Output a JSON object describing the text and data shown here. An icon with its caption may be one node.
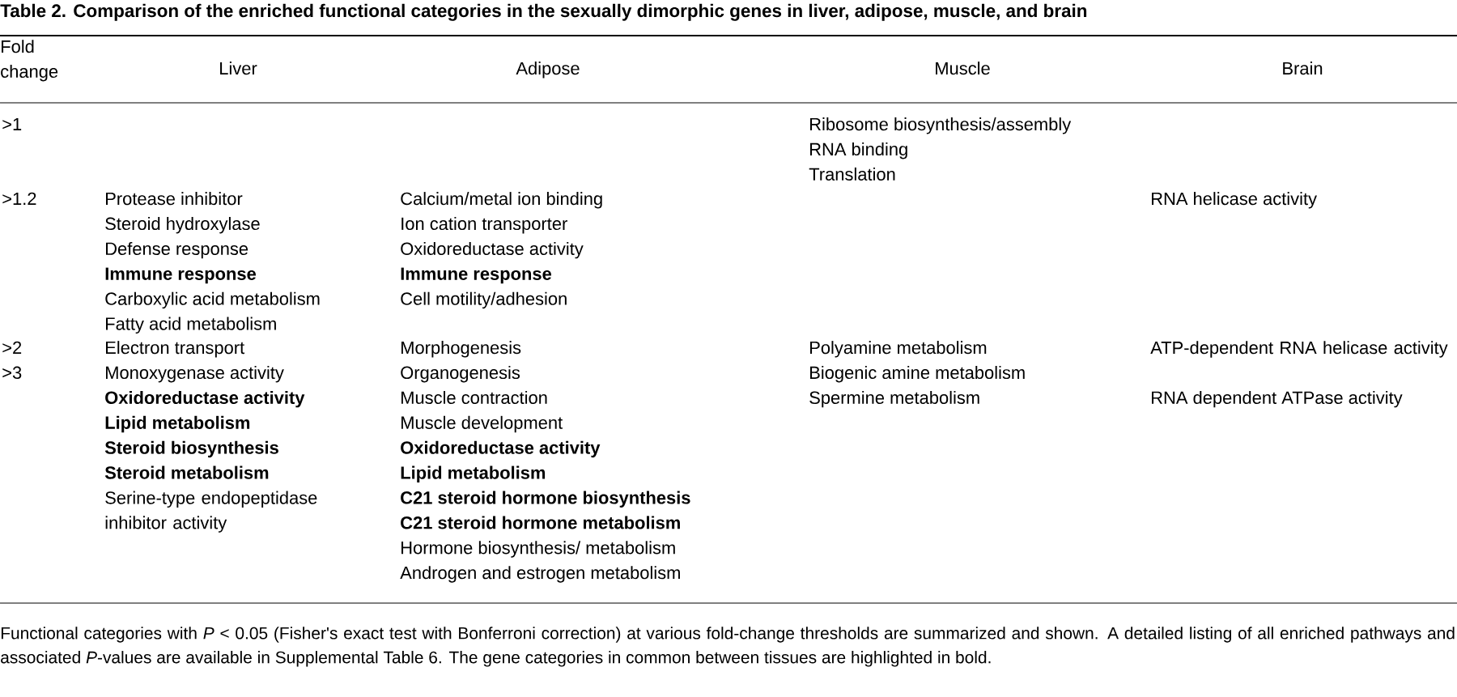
{
  "diagram": {
    "title": "Table 2.  Comparison of the enriched functional categories in the sexually dimorphic genes in liver, adipose, muscle, and brain",
    "caption": "Functional categories with *P* < 0.05 (Fisher's exact test with Bonferroni correction) at various fold-change thresholds are summarized and shown. A detailed listing of all enriched pathways and associated *P*-values are available in Supplemental Table 6. The gene categories in common between tissues are highlighted in bold.",
    "labels": [
      "Fold change",
      "Liver",
      "Adipose",
      "Muscle",
      "Brain",
      ">1",
      "Ribosome biosynthesis/assembly",
      "RNA binding",
      "Translation",
      ">1.2",
      "Protease inhibitor",
      "Steroid hydroxylase",
      "Defense response",
      "**Immune response**",
      "Carboxylic acid metabolism",
      "Fatty acid metabolism",
      "Calcium/metal ion binding",
      "Ion cation transporter",
      "Oxidoreductase activity",
      "**Immune response**",
      "Cell motility/adhesion",
      "RNA helicase activity",
      ">2",
      ">3",
      "Electron transport",
      "Monoxygenase activity",
      "**Oxidoreductase activity**",
      "**Lipid metabolism**",
      "**Steroid biosynthesis**",
      "**Steroid metabolism**",
      "Serine-type endopeptidase inhibitor activity",
      "Morphogenesis",
      "Organogenesis",
      "Muscle contraction",
      "Muscle development",
      "**Oxidoreductase activity**",
      "**Lipid metabolism**",
      "**C21 steroid hormone biosynthesis**",
      "**C21 steroid hormone metabolism**",
      "Hormone biosynthesis/ metabolism",
      "Androgen and estrogen metabolism",
      "Polyamine metabolism",
      "Biogenic amine metabolism",
      "Spermine metabolism",
      "ATP-dependent RNA helicase activity",
      "RNA dependent ATPase activity"
    ]
  }
}
